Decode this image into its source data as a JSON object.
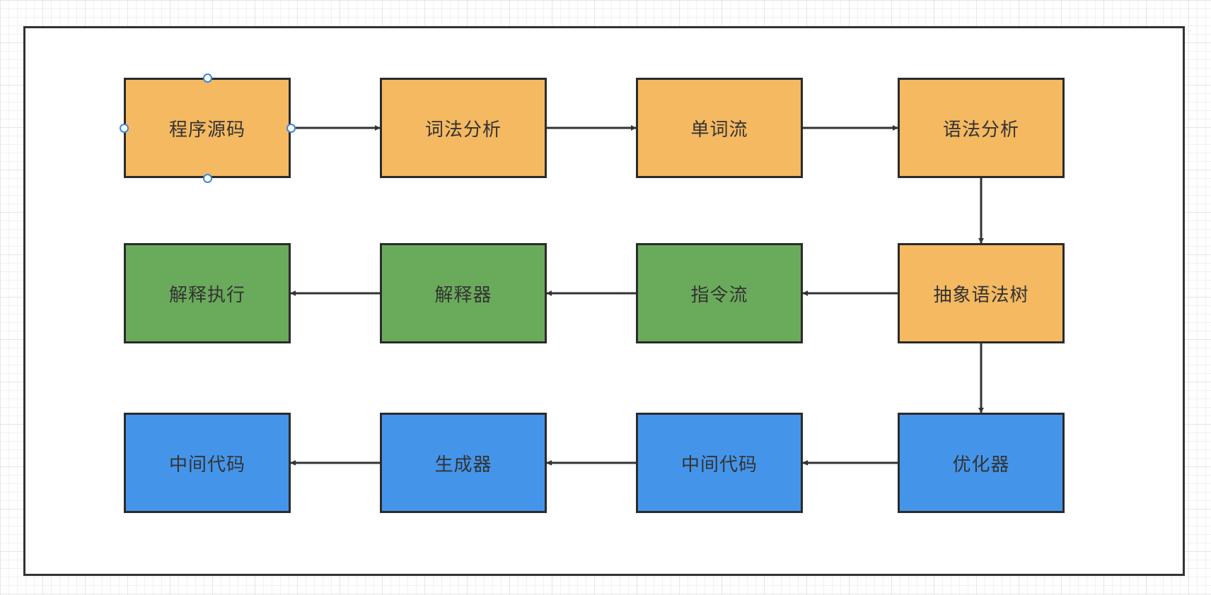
{
  "diagram": {
    "nodes": [
      {
        "id": "source-code",
        "label": "程序源码",
        "color": "#f4b961",
        "row": 0,
        "col": 0
      },
      {
        "id": "lexical-analysis",
        "label": "词法分析",
        "color": "#f4b961",
        "row": 0,
        "col": 1
      },
      {
        "id": "token-stream",
        "label": "单词流",
        "color": "#f4b961",
        "row": 0,
        "col": 2
      },
      {
        "id": "syntax-analysis",
        "label": "语法分析",
        "color": "#f4b961",
        "row": 0,
        "col": 3
      },
      {
        "id": "ast",
        "label": "抽象语法树",
        "color": "#f4b961",
        "row": 1,
        "col": 3
      },
      {
        "id": "instruction-stream",
        "label": "指令流",
        "color": "#6aab5b",
        "row": 1,
        "col": 2
      },
      {
        "id": "interpreter",
        "label": "解释器",
        "color": "#6aab5b",
        "row": 1,
        "col": 1
      },
      {
        "id": "interpret-execute",
        "label": "解释执行",
        "color": "#6aab5b",
        "row": 1,
        "col": 0
      },
      {
        "id": "optimizer",
        "label": "优化器",
        "color": "#4495ea",
        "row": 2,
        "col": 3
      },
      {
        "id": "intermediate-code-1",
        "label": "中间代码",
        "color": "#4495ea",
        "row": 2,
        "col": 2
      },
      {
        "id": "generator",
        "label": "生成器",
        "color": "#4495ea",
        "row": 2,
        "col": 1
      },
      {
        "id": "intermediate-code-2",
        "label": "中间代码",
        "color": "#4495ea",
        "row": 2,
        "col": 0
      }
    ],
    "edges": [
      {
        "from": "source-code",
        "to": "lexical-analysis"
      },
      {
        "from": "lexical-analysis",
        "to": "token-stream"
      },
      {
        "from": "token-stream",
        "to": "syntax-analysis"
      },
      {
        "from": "syntax-analysis",
        "to": "ast"
      },
      {
        "from": "ast",
        "to": "instruction-stream"
      },
      {
        "from": "instruction-stream",
        "to": "interpreter"
      },
      {
        "from": "interpreter",
        "to": "interpret-execute"
      },
      {
        "from": "ast",
        "to": "optimizer"
      },
      {
        "from": "optimizer",
        "to": "intermediate-code-1"
      },
      {
        "from": "intermediate-code-1",
        "to": "generator"
      },
      {
        "from": "generator",
        "to": "intermediate-code-2"
      }
    ],
    "selected_node": "source-code",
    "colors": {
      "orange": "#f4b961",
      "green": "#6aab5b",
      "blue": "#4495ea",
      "stroke": "#2b2b2b",
      "arrow": "#333333",
      "selection_handle": "#3a86e0"
    }
  }
}
